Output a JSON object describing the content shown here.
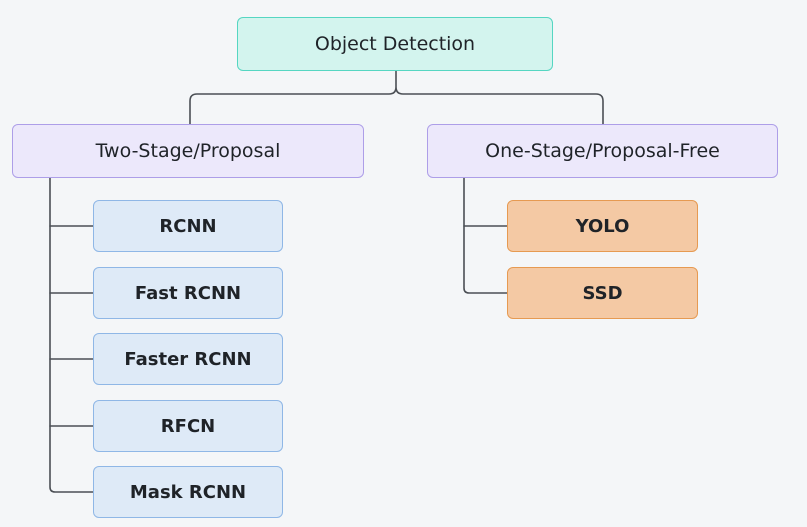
{
  "diagram": {
    "root": {
      "label": "Object Detection"
    },
    "branches": [
      {
        "label": "Two-Stage/Proposal",
        "children": [
          "RCNN",
          "Fast RCNN",
          "Faster RCNN",
          "RFCN",
          "Mask RCNN"
        ]
      },
      {
        "label": "One-Stage/Proposal-Free",
        "children": [
          "YOLO",
          "SSD"
        ]
      }
    ]
  },
  "colors": {
    "background": "#f4f6f8",
    "root_fill": "#d3f4ee",
    "root_border": "#55d6c2",
    "branch_fill": "#ece8fb",
    "branch_border": "#ad9ee8",
    "two_stage_leaf_fill": "#deeaf7",
    "two_stage_leaf_border": "#8fb7e6",
    "one_stage_leaf_fill": "#f4c9a4",
    "one_stage_leaf_border": "#e69a52",
    "connector": "#4b4f55"
  }
}
